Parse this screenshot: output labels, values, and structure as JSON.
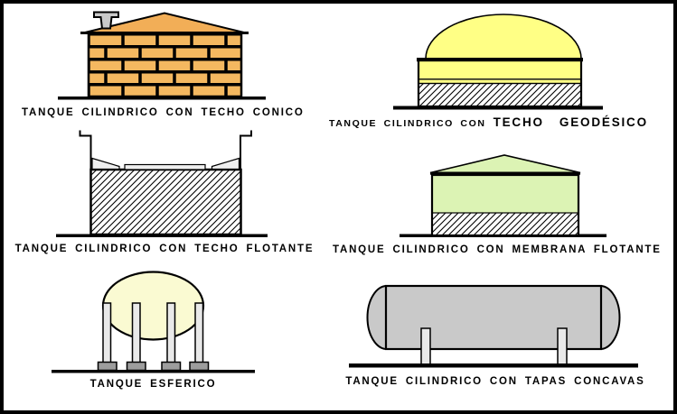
{
  "page": {
    "background": "#FFFFFF",
    "border_color": "#000000"
  },
  "colors": {
    "ink": "#000000",
    "brick_orange": "#F4B860",
    "roof_orange": "#F2AE57",
    "chimney_gray": "#C9C9C9",
    "dome_yellow": "#FFFF85",
    "shell_yellow": "#FFFF85",
    "membrane_green": "#DCF3B4",
    "sphere_yellow": "#FAFAD2",
    "vessel_gray": "#C9C9C9",
    "leg_light_gray": "#E9E9E9",
    "foot_gray": "#9D9D9D",
    "wedge_gray": "#EFEFEF",
    "hatch_bg": "#FFFFFF"
  },
  "panels": [
    {
      "id": "techo-conico",
      "label": "TANQUE CILINDRICO CON TECHO CONICO"
    },
    {
      "id": "techo-geodesico",
      "label_prefix": "TANQUE CILINDRICO CON",
      "label_emphasis": "TECHO  GEODÉSICO"
    },
    {
      "id": "techo-flotante",
      "label": "TANQUE CILINDRICO CON TECHO FLOTANTE"
    },
    {
      "id": "membrana-flotante",
      "label": "TANQUE CILINDRICO CON MEMBRANA FLOTANTE"
    },
    {
      "id": "esferico",
      "label": "TANQUE ESFERICO"
    },
    {
      "id": "tapas-concavas",
      "label": "TANQUE CILINDRICO CON TAPAS CONCAVAS"
    }
  ]
}
